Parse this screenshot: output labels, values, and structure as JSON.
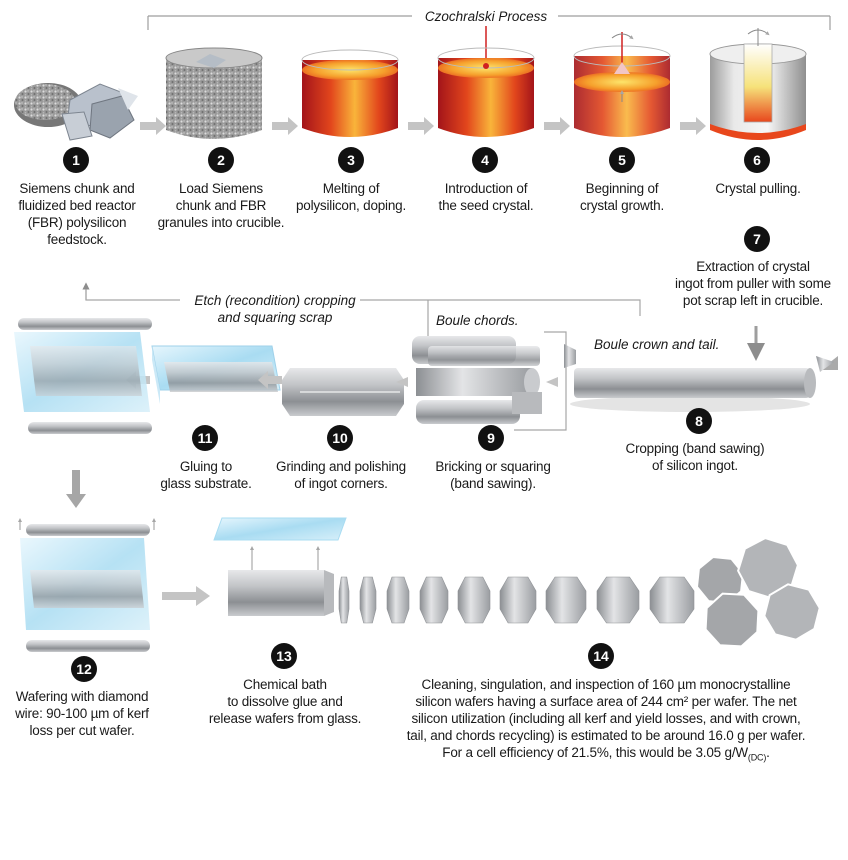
{
  "title": "Czochralski Process",
  "labels": {
    "etch_scrap_line1": "Etch (recondition) cropping",
    "etch_scrap_line2": "and squaring scrap",
    "boule_chords": "Boule chords.",
    "boule_crown_tail": "Boule crown and tail."
  },
  "steps": [
    {
      "number": "1",
      "lines": [
        "Siemens chunk and",
        "fluidized bed reactor",
        "(FBR) polysilicon",
        "feedstock."
      ]
    },
    {
      "number": "2",
      "lines": [
        "Load Siemens",
        "chunk and FBR",
        "granules into crucible."
      ]
    },
    {
      "number": "3",
      "lines": [
        "Melting of",
        "polysilicon, doping."
      ]
    },
    {
      "number": "4",
      "lines": [
        "Introduction of",
        "the seed crystal."
      ]
    },
    {
      "number": "5",
      "lines": [
        "Beginning of",
        "crystal growth."
      ]
    },
    {
      "number": "6",
      "lines": [
        "Crystal pulling."
      ]
    },
    {
      "number": "7",
      "lines": [
        "Extraction of crystal",
        "ingot from puller with some",
        "pot scrap left in crucible."
      ]
    },
    {
      "number": "8",
      "lines": [
        "Cropping (band sawing)",
        "of silicon ingot."
      ]
    },
    {
      "number": "9",
      "lines": [
        "Bricking or squaring",
        "(band sawing)."
      ]
    },
    {
      "number": "10",
      "lines": [
        "Grinding and polishing",
        "of ingot corners."
      ]
    },
    {
      "number": "11",
      "lines": [
        "Gluing to",
        "glass substrate."
      ]
    },
    {
      "number": "12",
      "lines": [
        "Wafering with diamond",
        "wire: 90-100 µm of kerf",
        "loss per cut wafer."
      ]
    },
    {
      "number": "13",
      "lines": [
        "Chemical bath",
        "to dissolve glue and",
        "release wafers from glass."
      ]
    },
    {
      "number": "14",
      "lines": [
        "Cleaning, singulation, and inspection of 160 µm monocrystalline",
        "silicon wafers having a surface area of 244 cm² per wafer.  The net",
        "silicon utilization (including all kerf and yield losses, and with crown,",
        "tail, and chords recycling) is estimated to be around 16.0 g per wafer."
      ],
      "last_line_prefix": "For a cell efficiency of 21.5%, this would be 3.05 g/W",
      "last_line_sub": "(DC)",
      "last_line_suffix": "."
    }
  ],
  "colors": {
    "melt_hot": "#f7c23a",
    "melt_mid": "#e8471c",
    "melt_dark": "#b01818",
    "silicon": "#a7a9ac",
    "glass": "#a9dcf2",
    "arrow": "#b8b8b8"
  }
}
